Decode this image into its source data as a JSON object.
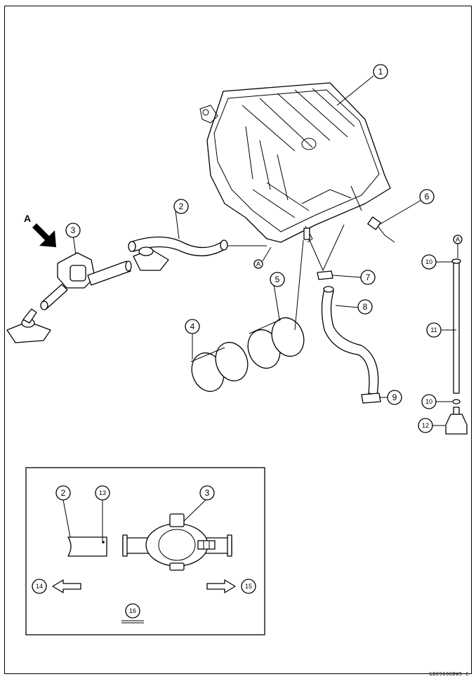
{
  "figure": {
    "view_label": "A",
    "reference_marker": "A",
    "drawing_code": "GB09680DW5 C"
  },
  "callouts": [
    "1",
    "2",
    "3",
    "4",
    "5",
    "6",
    "7",
    "8",
    "9",
    "10",
    "11",
    "12",
    "13",
    "14",
    "15",
    "16"
  ],
  "inset": {
    "labels": [
      "2",
      "13",
      "3",
      "14",
      "15",
      "16"
    ]
  }
}
